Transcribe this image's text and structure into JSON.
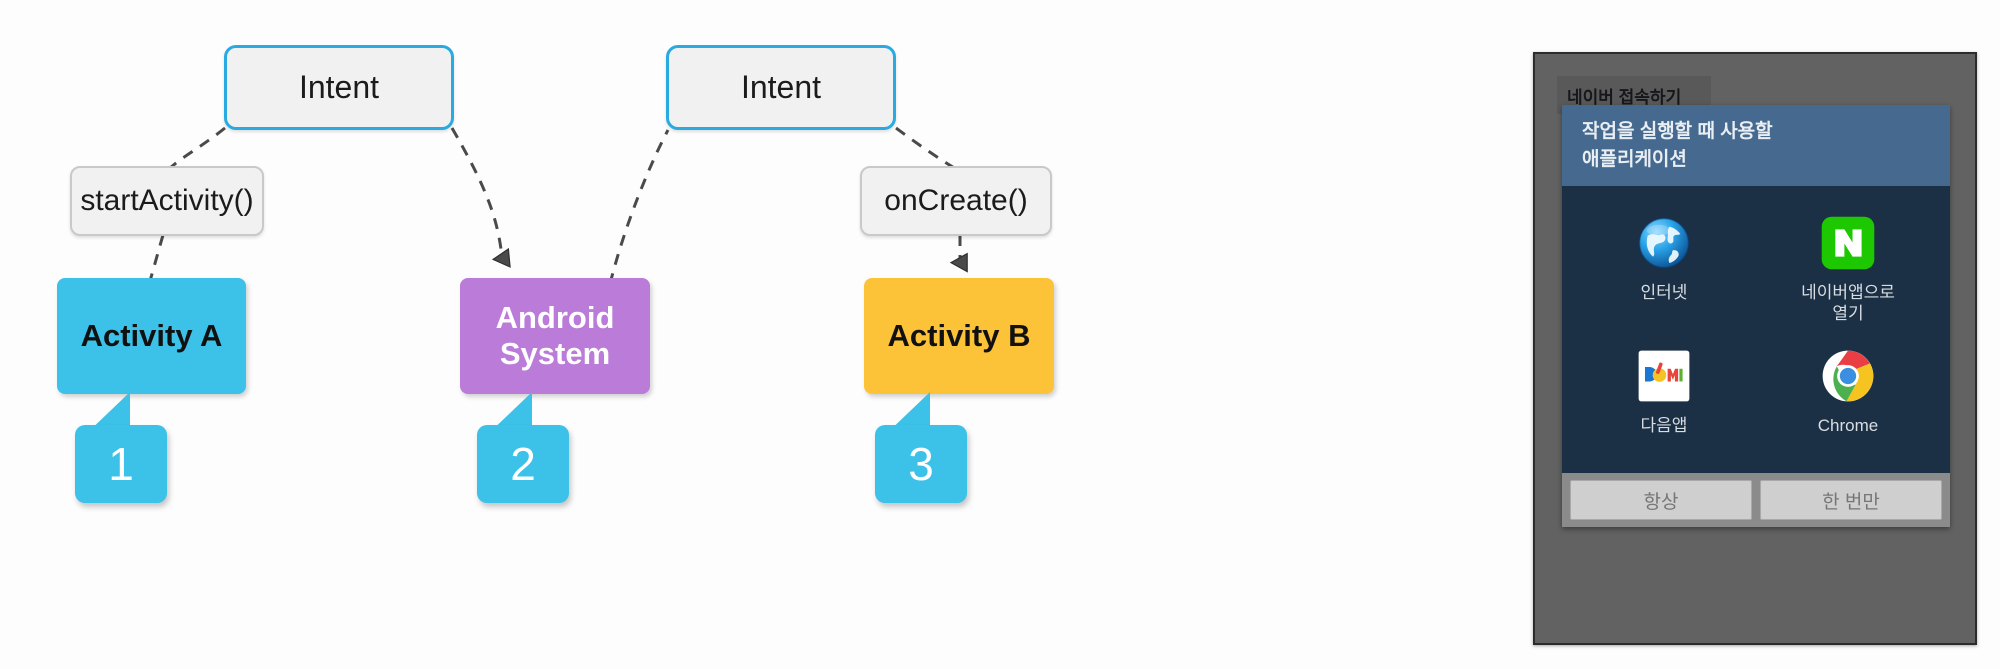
{
  "diagram": {
    "nodes": [
      {
        "id": "intent-1",
        "label": "Intent",
        "kind": "intent"
      },
      {
        "id": "intent-2",
        "label": "Intent",
        "kind": "intent"
      },
      {
        "id": "start-activity",
        "label": "startActivity()",
        "kind": "method"
      },
      {
        "id": "on-create",
        "label": "onCreate()",
        "kind": "method"
      },
      {
        "id": "activity-a",
        "label": "Activity A",
        "kind": "block",
        "color": "#3cc1e8"
      },
      {
        "id": "android-system",
        "label_line1": "Android",
        "label_line2": "System",
        "kind": "block",
        "color": "#bb7bd8"
      },
      {
        "id": "activity-b",
        "label": "Activity B",
        "kind": "block",
        "color": "#fcc338"
      }
    ],
    "callouts": [
      {
        "id": "callout-1",
        "number": "1"
      },
      {
        "id": "callout-2",
        "number": "2"
      },
      {
        "id": "callout-3",
        "number": "3"
      }
    ],
    "accent_colors": {
      "intent_border": "#29aae1",
      "activity_a": "#3cc1e8",
      "android_system": "#bb7bd8",
      "activity_b": "#fcc338",
      "callout": "#3cc1e8",
      "connector": "#4a4a4a"
    }
  },
  "phone": {
    "titlebar": {
      "app_title": "네이버 접속하기"
    },
    "dialog": {
      "header_line1": "작업을 실행할 때 사용할",
      "header_line2": "애플리케이션",
      "apps": [
        {
          "name": "인터넷",
          "icon": "globe-browser-icon"
        },
        {
          "name": "네이버앱으로\n열기",
          "icon": "naver-icon",
          "label_line1": "네이버앱으로",
          "label_line2": "열기"
        },
        {
          "name": "다음앱",
          "icon": "daum-icon"
        },
        {
          "name": "Chrome",
          "icon": "chrome-icon"
        }
      ],
      "buttons": [
        {
          "id": "always-button",
          "label": "항상"
        },
        {
          "id": "just-once-button",
          "label": "한 번만"
        }
      ]
    }
  }
}
